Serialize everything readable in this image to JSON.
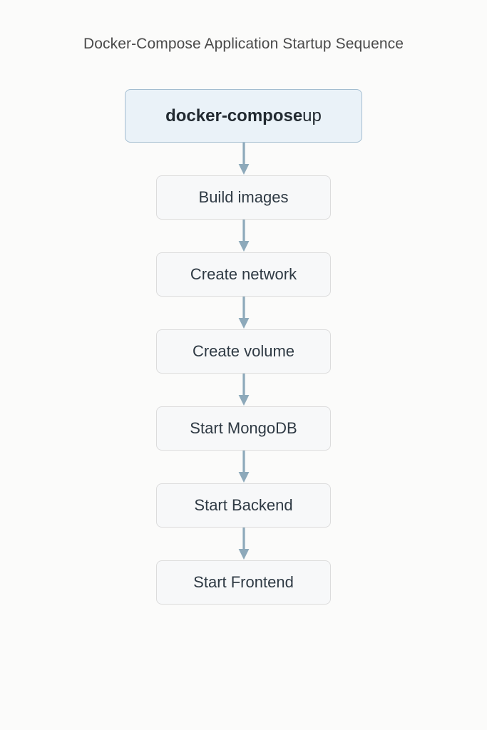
{
  "diagram": {
    "title": "Docker-Compose Application Startup Sequence",
    "type": "flowchart",
    "orientation": "top-to-bottom",
    "background_color": "#fbfbfa",
    "title_color": "#4a4a4a",
    "arrow_color": "#8da9ba",
    "start_node": {
      "command": "docker-compose",
      "argument": " up",
      "fill_color": "#eaf2f8",
      "border_color": "#a3bdd0",
      "text_color": "#222a31"
    },
    "steps": [
      {
        "label": "Build images"
      },
      {
        "label": "Create network"
      },
      {
        "label": "Create volume"
      },
      {
        "label": "Start MongoDB"
      },
      {
        "label": "Start Backend"
      },
      {
        "label": "Start Frontend"
      }
    ],
    "node_style": {
      "fill_color": "#f7f8f9",
      "border_color": "#dcdcdc",
      "text_color": "#2f3a44"
    }
  }
}
